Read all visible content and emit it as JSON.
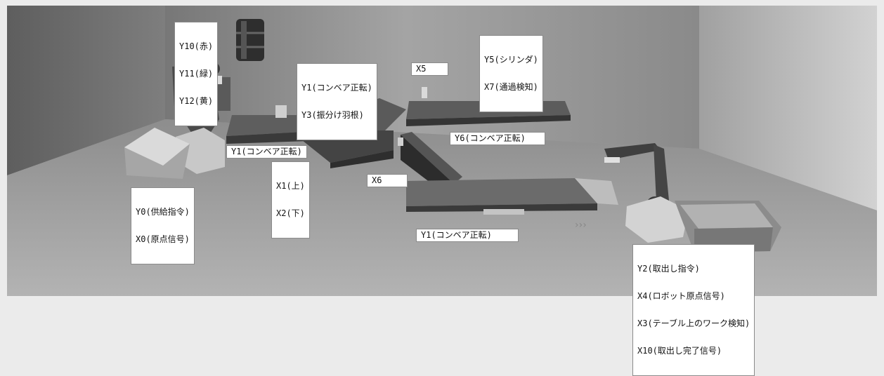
{
  "labels": {
    "lamps": [
      "Y10(赤)",
      "Y11(緑)",
      "Y12(黄)"
    ],
    "conveyor_turn": [
      "Y1(コンベア正転)",
      "Y3(振分け羽根)"
    ],
    "x5": "X5",
    "cylinder": [
      "Y5(シリンダ)",
      "X7(通過検知)"
    ],
    "conveyor_left": "Y1(コンベア正転)",
    "y6_conveyor": "Y6(コンベア正転)",
    "updown": [
      "X1(上)",
      "X2(下)"
    ],
    "x6": "X6",
    "supply": [
      "Y0(供給指令)",
      "X0(原点信号)"
    ],
    "conveyor_bottom": "Y1(コンベア正転)",
    "robot": [
      "Y2(取出し指令)",
      "X4(ロボット原点信号)",
      "X3(テーブル上のワーク検知)",
      "X10(取出し完了信号)"
    ]
  },
  "colors": {
    "page_bg": "#ebebeb",
    "wall": "#8f8f8f",
    "floor": "#9c9c9c",
    "conveyor_top": "#5f5f5f",
    "conveyor_side": "#3a3a3a",
    "label_bg": "#ffffff"
  }
}
